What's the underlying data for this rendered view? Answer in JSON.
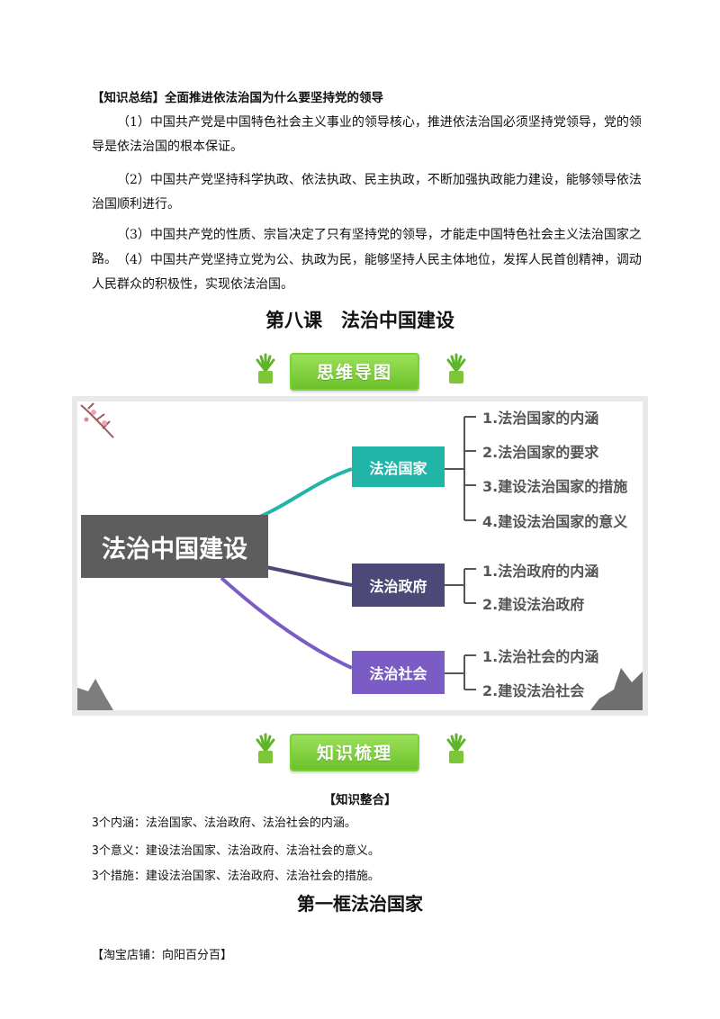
{
  "summary": {
    "heading": "【知识总结】全面推进依法治国为什么要坚持党的领导",
    "items": [
      "（1）中国共产党是中国特色社会主义事业的领导核心，推进依法治国必须坚持党领导，党的领导是依法治国的根本保证。",
      "（2）中国共产党坚持科学执政、依法执政、民主执政，不断加强执政能力建设，能够领导依法治国顺利进行。",
      "（3）中国共产党的性质、宗旨决定了只有坚持党的领导，才能走中国特色社会主义法治国家之路。",
      "（4）中国共产党坚持立党为公、执政为民，能够坚持人民主体地位，发挥人民首创精神，调动人民群众的积极性，实现依法治国。"
    ]
  },
  "lesson_title": "第八课　法治中国建设",
  "banner_mindmap": "思维导图",
  "mindmap": {
    "root": "法治中国建设",
    "branches": [
      {
        "label": "法治国家",
        "color": "#20b5a6",
        "items": [
          "1.法治国家的内涵",
          "2.法治国家的要求",
          "3.建设法治国家的措施",
          "4.建设法治国家的意义"
        ]
      },
      {
        "label": "法治政府",
        "color": "#4c4878",
        "items": [
          "1.法治政府的内涵",
          "2.建设法治政府"
        ]
      },
      {
        "label": "法治社会",
        "color": "#7b5cc4",
        "items": [
          "1.法治社会的内涵",
          "2.建设法治社会"
        ]
      }
    ]
  },
  "banner_knowledge": "知识梳理",
  "integration": {
    "heading": "【知识整合】",
    "lines": [
      "3个内涵：法治国家、法治政府、法治社会的内涵。",
      "3个意义：建设法治国家、法治政府、法治社会的意义。",
      "3个措施：建设法治国家、法治政府、法治社会的措施。"
    ]
  },
  "section_title": "第一框法治国家",
  "footer": "【淘宝店铺：向阳百分百】"
}
